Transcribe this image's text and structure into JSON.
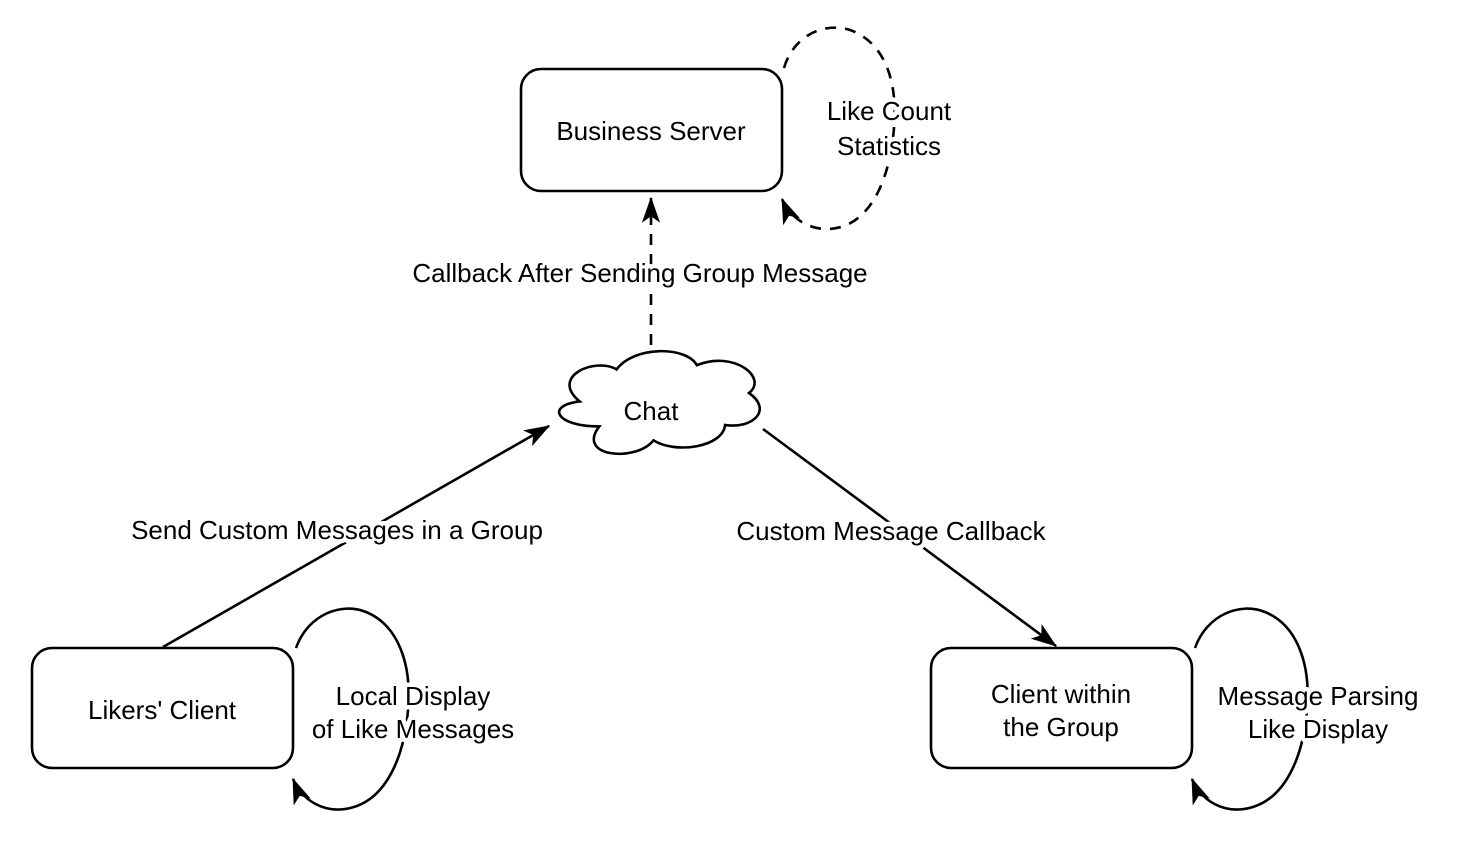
{
  "canvas": {
    "background_color": "#ffffff",
    "stroke_color": "#000000",
    "text_color": "#000000"
  },
  "nodes": {
    "business_server": {
      "label": "Business Server"
    },
    "chat_cloud": {
      "label": "Chat"
    },
    "likers_client": {
      "label": "Likers' Client"
    },
    "group_client": {
      "label_line1": "Client within",
      "label_line2": "the Group"
    }
  },
  "edges": {
    "send_custom_messages": {
      "label": "Send Custom Messages in a Group",
      "style": "solid-arrow"
    },
    "custom_message_callback": {
      "label": "Custom Message Callback",
      "style": "solid-arrow"
    },
    "callback_after_sending": {
      "label": "Callback After Sending Group Message",
      "style": "dashed-arrow"
    },
    "like_count_statistics": {
      "label_line1": "Like Count",
      "label_line2": "Statistics",
      "style": "dashed-self-loop"
    },
    "local_display": {
      "label_line1": "Local Display",
      "label_line2": "of Like Messages",
      "style": "solid-self-loop"
    },
    "message_parsing": {
      "label_line1": "Message Parsing",
      "label_line2": "Like Display",
      "style": "solid-self-loop"
    }
  }
}
